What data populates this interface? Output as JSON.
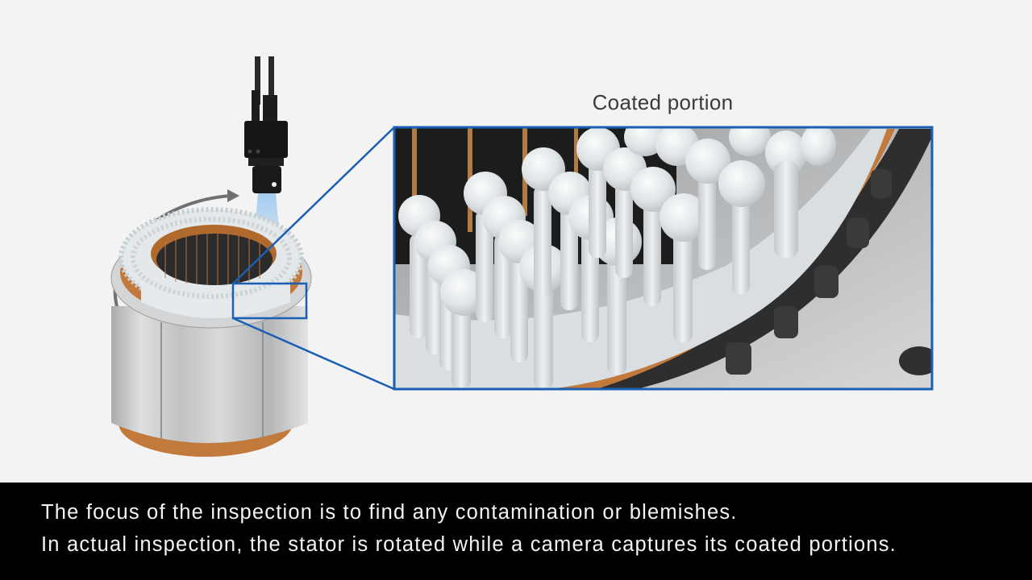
{
  "zoom_label": "Coated portion",
  "caption": {
    "lines": [
      "The focus of the inspection is to find any contamination or blemishes.",
      "In actual inspection, the stator is rotated while a camera captures its coated portions."
    ]
  },
  "illustration": {
    "objects": [
      "camera",
      "stator",
      "rotation-arrow",
      "camera-light-beam",
      "zoom-callout"
    ],
    "colors": {
      "callout_border": "#1a5fb4",
      "copper": "#c27a3c",
      "coating": "#dfe4e6",
      "background": "#f3f3f3",
      "caption_bg": "#000000",
      "caption_text": "#f4f4f4"
    }
  }
}
